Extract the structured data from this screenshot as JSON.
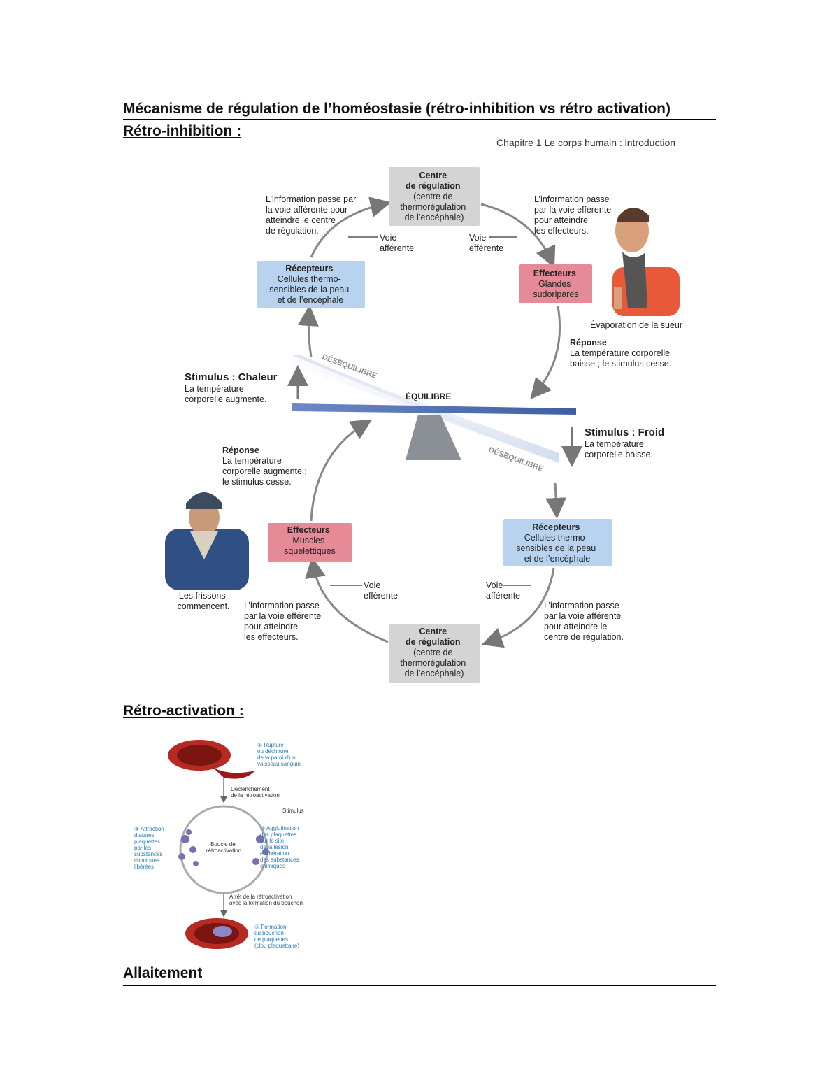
{
  "title": "Mécanisme de régulation de l’homéostasie (rétro-inhibition vs rétro activation)",
  "section1": "Rétro-inhibition :",
  "section2": "Rétro-activation :",
  "section3": "Allaitement",
  "figure1": {
    "header": "Chapitre 1 Le corps humain : introduction",
    "top_center": [
      "Centre",
      "de régulation",
      "(centre de",
      "thermorégulation",
      "de l’encéphale)"
    ],
    "top_left_note": [
      "L’information passe par",
      "la voie afférente pour",
      "atteindre le centre",
      "de régulation."
    ],
    "top_right_note": [
      "L’information passe",
      "par la voie efférente",
      "pour atteindre",
      "les effecteurs."
    ],
    "voie_afferente_top": [
      "Voie",
      "afférente"
    ],
    "voie_efferente_top": [
      "Voie",
      "efférente"
    ],
    "recepteurs_top": [
      "Récepteurs",
      "Cellules thermo-",
      "sensibles de la peau",
      "et de l’encéphale"
    ],
    "effecteurs_top": [
      "Effecteurs",
      "Glandes",
      "sudoripares"
    ],
    "evaporation": "Évaporation de la sueur",
    "reponse_top": [
      "Réponse",
      "La température corporelle",
      "baisse ; le stimulus cesse."
    ],
    "stimulus_chaleur": [
      "Stimulus : Chaleur",
      "La température",
      "corporelle augmente."
    ],
    "desequilibre_1": "DÉSÉQUILIBRE",
    "equilibre": "ÉQUILIBRE",
    "desequilibre_2": "DÉSÉQUILIBRE",
    "stimulus_froid": [
      "Stimulus : Froid",
      "La température",
      "corporelle baisse."
    ],
    "reponse_bottom": [
      "Réponse",
      "La température",
      "corporelle augmente ;",
      "le stimulus cesse."
    ],
    "effecteurs_bottom": [
      "Effecteurs",
      "Muscles",
      "squelettiques"
    ],
    "recepteurs_bottom": [
      "Récepteurs",
      "Cellules thermo-",
      "sensibles de la peau",
      "et de l’encéphale"
    ],
    "frissons": [
      "Les frissons",
      "commencent."
    ],
    "voie_efferente_bottom": [
      "Voie",
      "efférente"
    ],
    "voie_afferente_bottom": [
      "Voie",
      "afférente"
    ],
    "bottom_left_note": [
      "L’information passe",
      "par la voie efférente",
      "pour atteindre",
      "les effecteurs."
    ],
    "bottom_right_note": [
      "L’information passe",
      "par la voie afférente",
      "pour atteindre le",
      "centre de régulation."
    ],
    "bottom_center": [
      "Centre",
      "de régulation",
      "(centre de",
      "thermorégulation",
      "de l’encéphale)"
    ],
    "colors": {
      "gray_box": "#d4d4d4",
      "blue_box": "#b7d3ef",
      "pink_box": "#e58a96",
      "beam": "#5577b8"
    }
  },
  "figure2": {
    "step1": [
      "① Rupture",
      "ou déchirure",
      "de la paroi d’un",
      "vaisseau sanguin"
    ],
    "declenchement": [
      "Déclenchement",
      "de la rétroactivation"
    ],
    "stimulus": "Stimulus",
    "step2": [
      "② Agglutination",
      "des plaquettes",
      "sur le site",
      "de la lésion",
      "et libération",
      "des substances",
      "chimiques"
    ],
    "boucle": [
      "Boucle de",
      "rétroactivation"
    ],
    "step3": [
      "③ Attraction",
      "d’autres",
      "plaquettes",
      "par les",
      "substances",
      "chimiques",
      "libérées"
    ],
    "arret": [
      "Arrêt de la rétroactivation",
      "avec la formation du bouchon"
    ],
    "step4": [
      "④ Formation",
      "du bouchon",
      "de plaquettes",
      "(clou plaquettaire)"
    ]
  }
}
